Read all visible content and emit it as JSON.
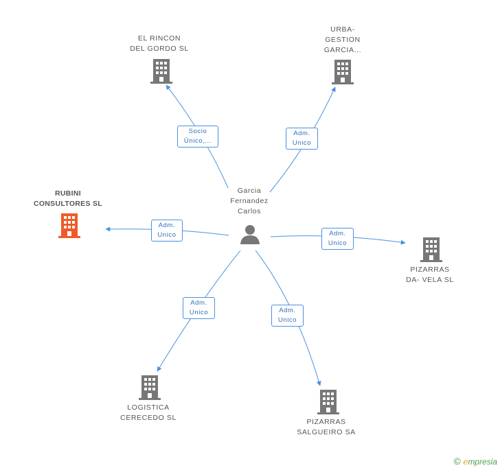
{
  "center": {
    "name": "Garcia\nFernandez\nCarlos",
    "icon": "person-icon"
  },
  "companies": [
    {
      "id": "el-rincon",
      "name": "EL RINCON\nDEL GORDO SL",
      "icon": "building-icon",
      "color": "#777777",
      "relation": "Socio\nÚnico,..."
    },
    {
      "id": "urba-gestion",
      "name": "URBA-\nGESTION\nGARCIA...",
      "icon": "building-icon",
      "color": "#777777",
      "relation": "Adm.\nUnico"
    },
    {
      "id": "rubini",
      "name": "RUBINI\nCONSULTORES SL",
      "icon": "building-icon",
      "color": "#f05a28",
      "relation": "Adm.\nUnico"
    },
    {
      "id": "pizarras-davela",
      "name": "PIZARRAS\nDA- VELA  SL",
      "icon": "building-icon",
      "color": "#777777",
      "relation": "Adm.\nUnico"
    },
    {
      "id": "logistica",
      "name": "LOGISTICA\nCERECEDO SL",
      "icon": "building-icon",
      "color": "#777777",
      "relation": "Adm.\nUnico"
    },
    {
      "id": "pizarras-salgueiro",
      "name": "PIZARRAS\nSALGUEIRO SA",
      "icon": "building-icon",
      "color": "#777777",
      "relation": "Adm.\nUnico"
    }
  ],
  "colors": {
    "edge": "#4a90e2",
    "person": "#777777"
  },
  "brand": {
    "copyright": "©",
    "initial": "e",
    "name": "mpresia"
  }
}
